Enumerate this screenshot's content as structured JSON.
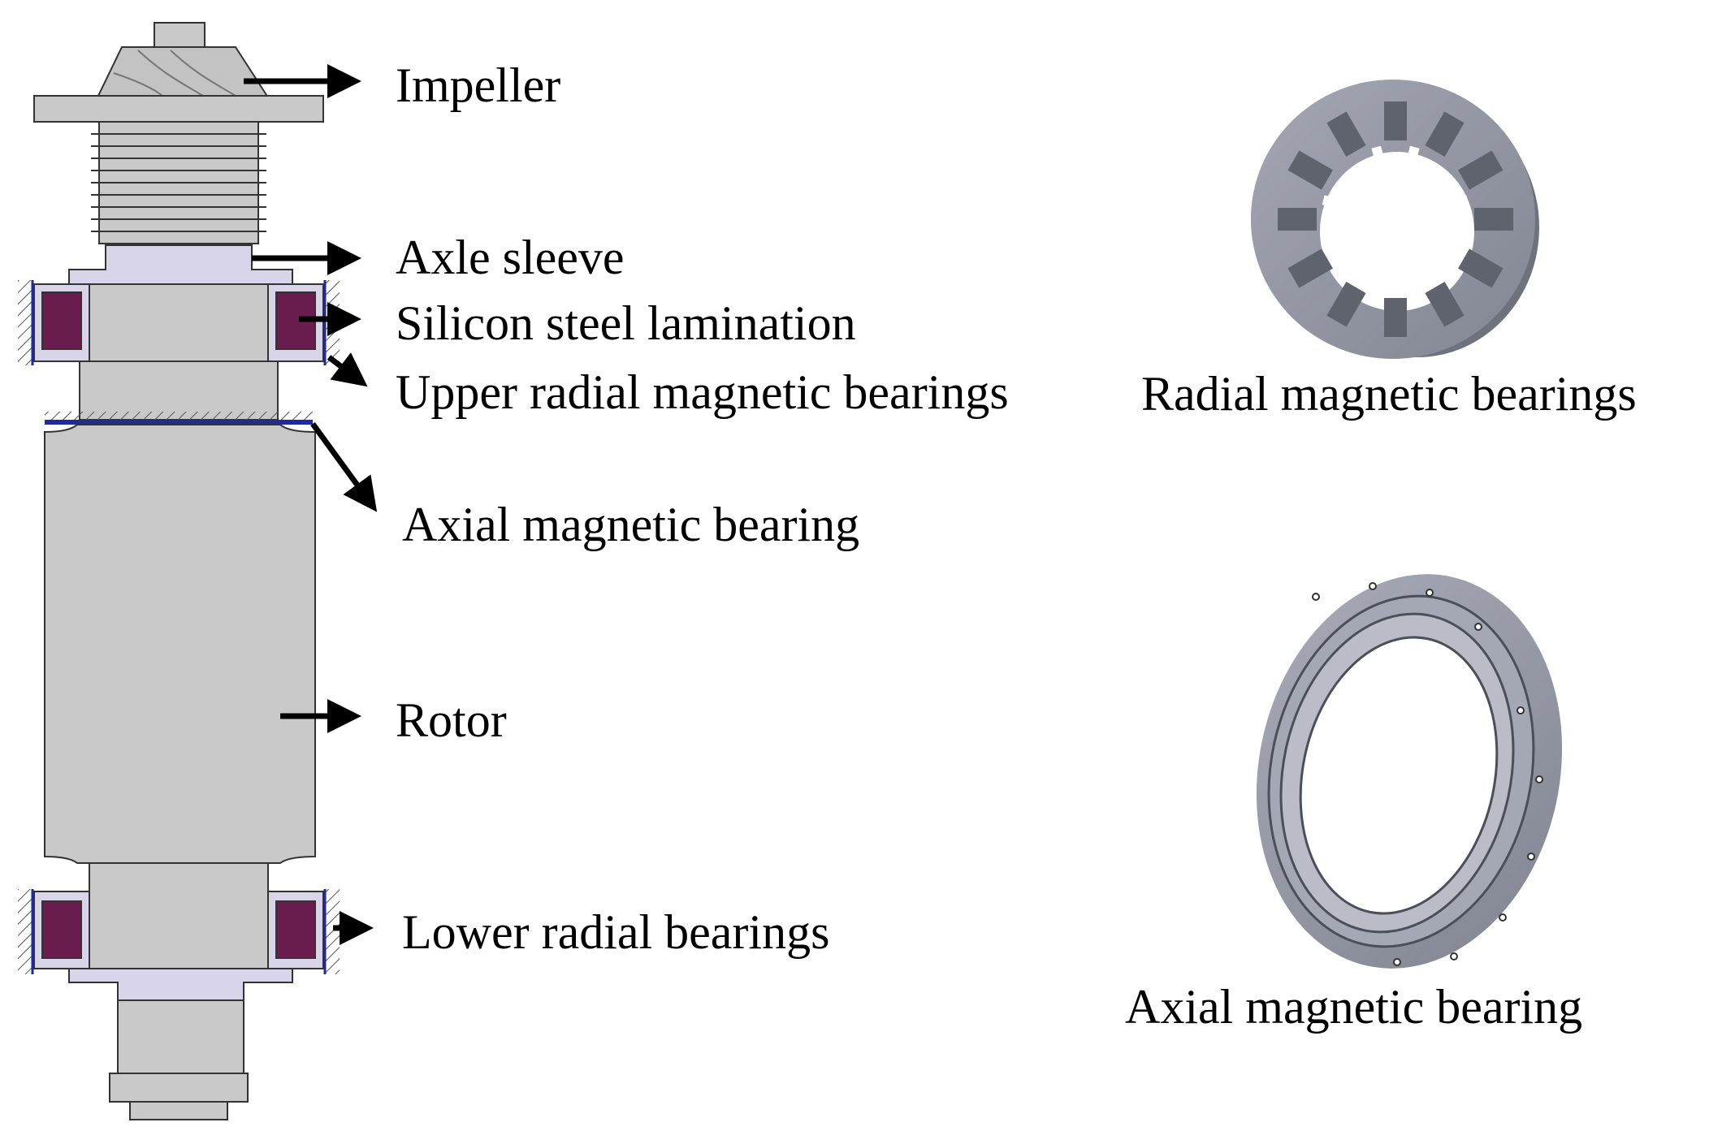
{
  "labels": {
    "impeller": "Impeller",
    "axle_sleeve": "Axle sleeve",
    "silicon_steel_lamination": "Silicon steel lamination",
    "upper_radial_bearings": "Upper radial magnetic bearings",
    "axial_bearing": "Axial magnetic bearing",
    "rotor": "Rotor",
    "lower_radial_bearings": "Lower radial bearings"
  },
  "captions": {
    "radial_bearings": "Radial magnetic bearings",
    "axial_bearing": "Axial magnetic bearing"
  },
  "colors": {
    "shaft": "#c9c9c9",
    "sleeve": "#d8d4ea",
    "lamination": "#6b1c4e",
    "coil_line": "#1f2a9c",
    "ring_3d": "#9599a6",
    "ring_3d_dark": "#5f636e"
  }
}
